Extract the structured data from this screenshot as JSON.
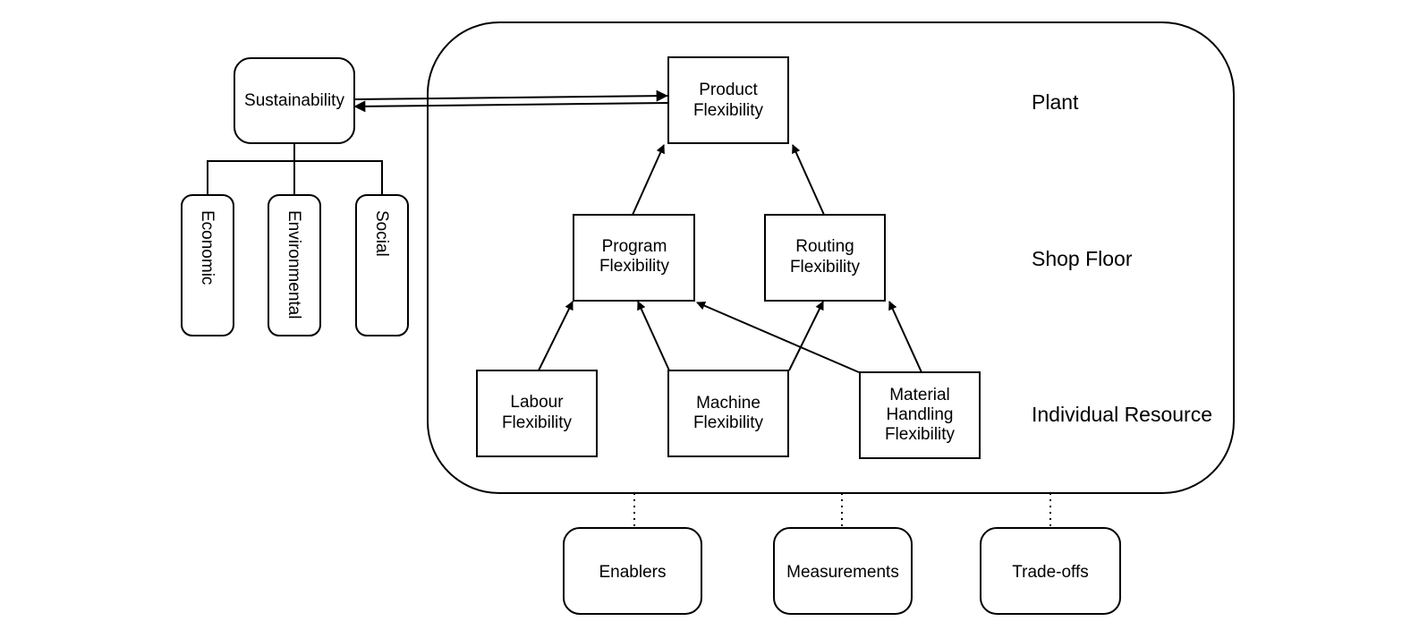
{
  "sustainability": {
    "label": "Sustainability",
    "pillars": [
      "Economic",
      "Environmental",
      "Social"
    ]
  },
  "flexibility": {
    "product": [
      "Product",
      "Flexibility"
    ],
    "program": [
      "Program",
      "Flexibility"
    ],
    "routing": [
      "Routing",
      "Flexibility"
    ],
    "labour": [
      "Labour",
      "Flexibility"
    ],
    "machine": [
      "Machine",
      "Flexibility"
    ],
    "material_handling": [
      "Material",
      "Handling",
      "Flexibility"
    ]
  },
  "levels": {
    "plant": "Plant",
    "shop_floor": "Shop Floor",
    "individual_resource": "Individual Resource"
  },
  "aspects": {
    "enablers": "Enablers",
    "measurements": "Measurements",
    "tradeoffs": "Trade-offs"
  }
}
